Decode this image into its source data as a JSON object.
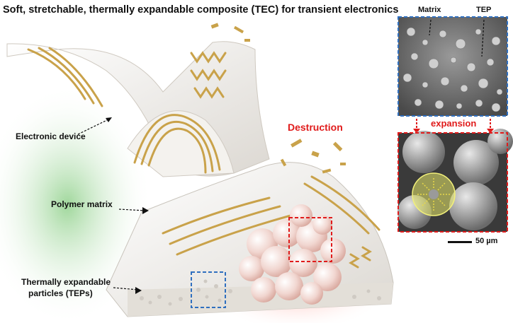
{
  "title": "Soft, stretchable, thermally expandable composite (TEC) for transient electronics",
  "labels": {
    "electronic_device": "Electronic device",
    "polymer_matrix": "Polymer matrix",
    "teps_line1": "Thermally expandable",
    "teps_line2": "particles (TEPs)",
    "destruction": "Destruction",
    "matrix": "Matrix",
    "tep": "TEP",
    "expansion": "expansion",
    "scale": "50 µm"
  },
  "colors": {
    "title": "#111111",
    "destruction": "#e01b1b",
    "panel_blue": "#2f6fbf",
    "panel_red": "#e01b1b",
    "gold": "#c9a24a",
    "matrix_white": "#f2f0ec",
    "glow_green": "#9fd69a",
    "glow_red": "#ff7a6a"
  }
}
